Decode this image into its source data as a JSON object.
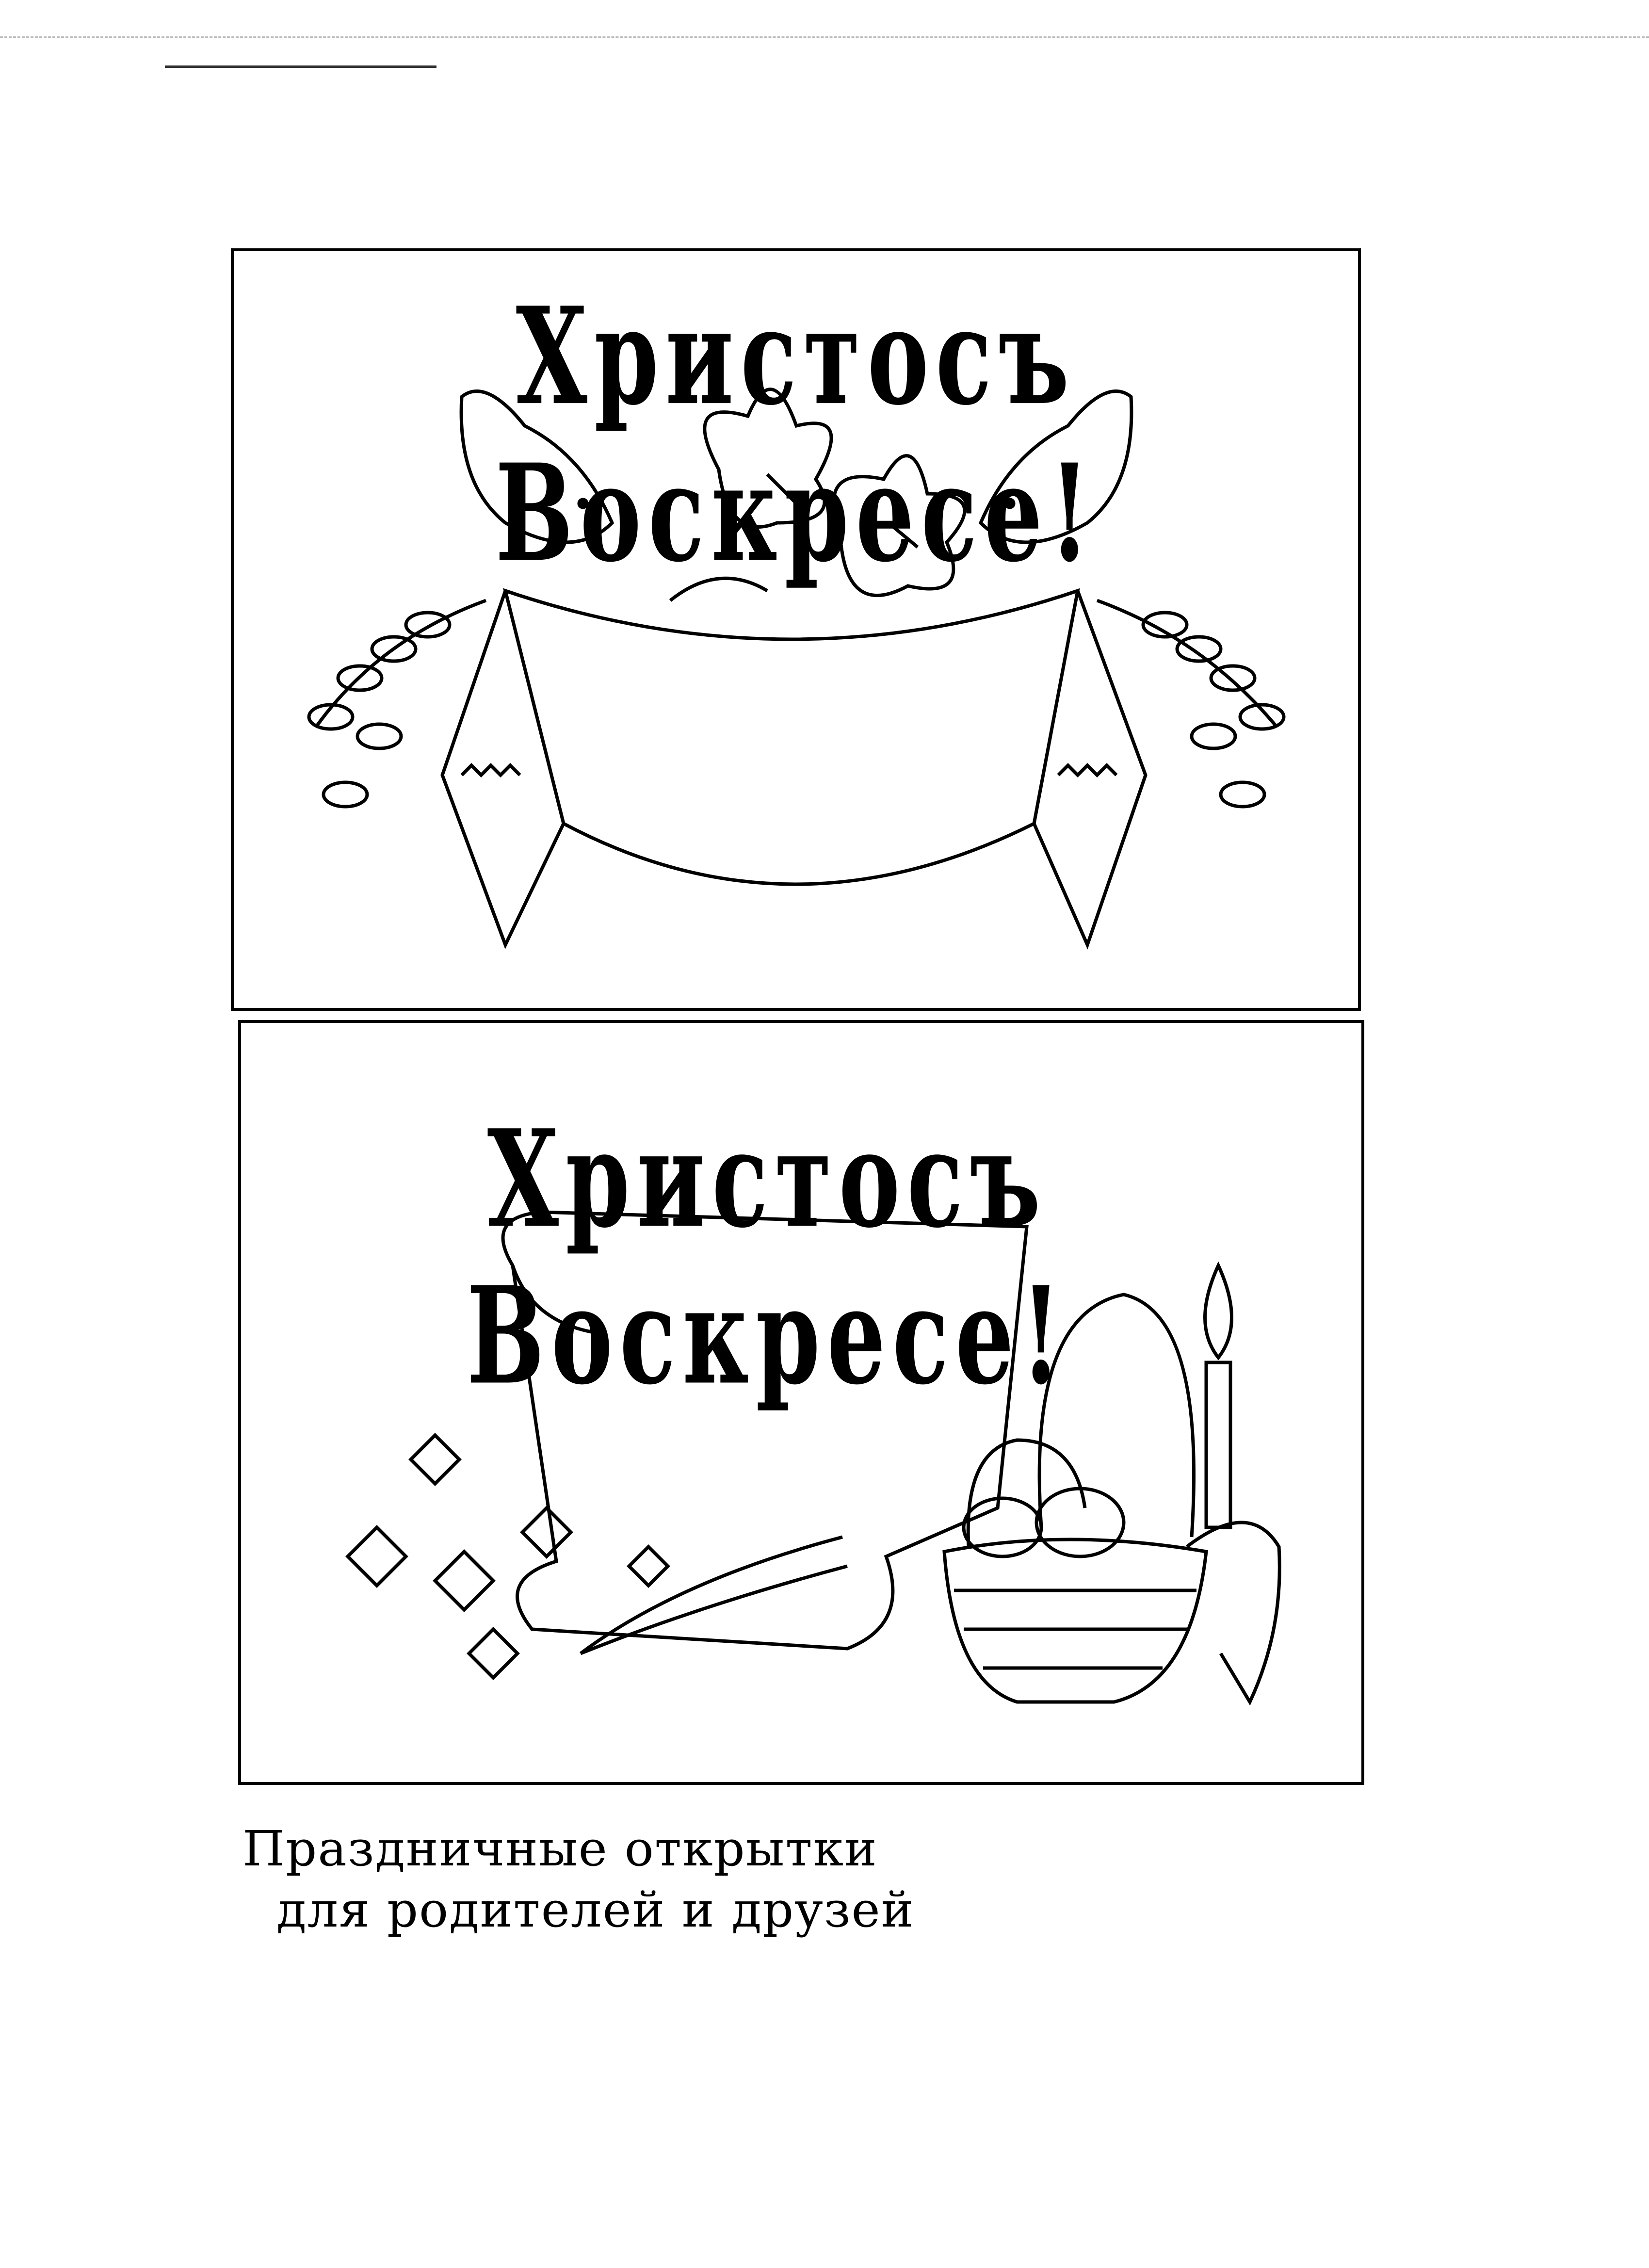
{
  "cards": [
    {
      "greeting": "Христосъ Воскресе!",
      "illustration": "doves-lilies-towel-willow"
    },
    {
      "greeting": "Христосъ Воскресе!",
      "illustration": "scroll-flowers-basket-candle"
    }
  ],
  "caption": {
    "line1": "Праздничные открытки",
    "line2": "для родителей и друзей"
  }
}
